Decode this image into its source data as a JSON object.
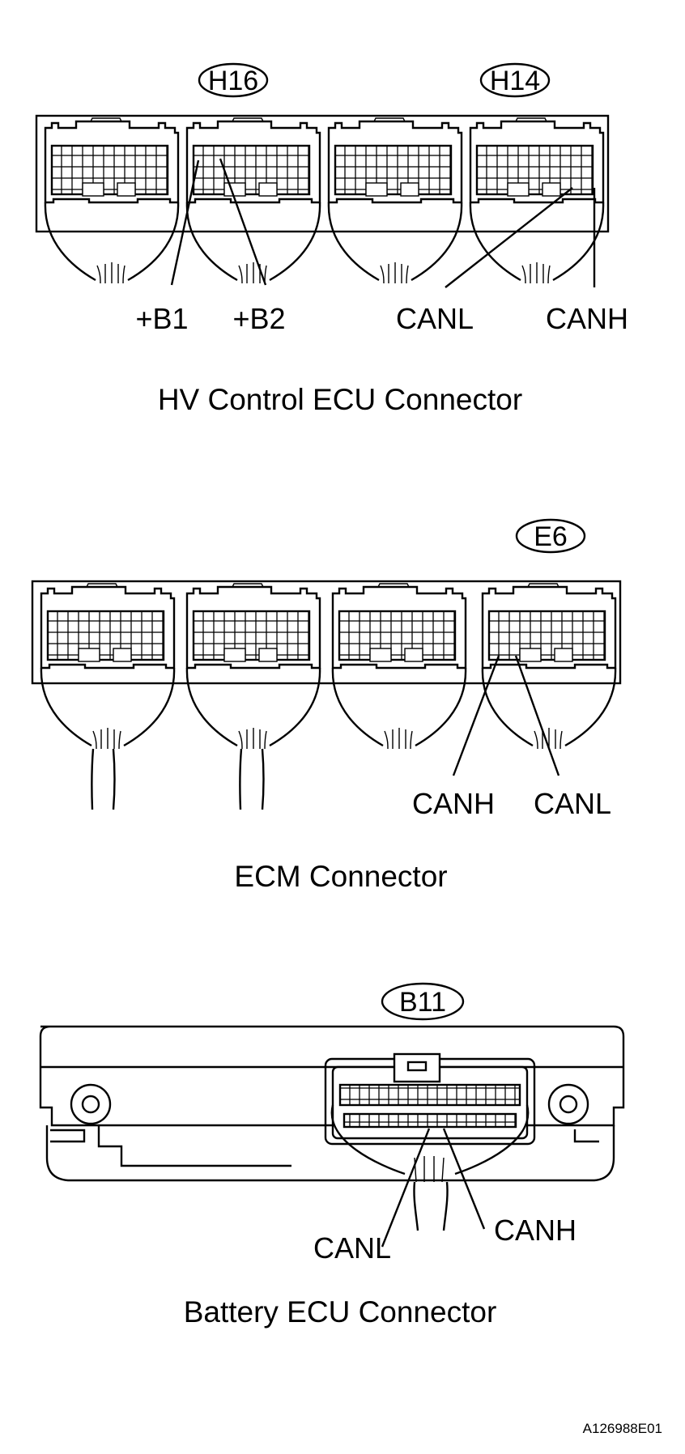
{
  "hv": {
    "callouts": [
      "H16",
      "H14"
    ],
    "pins": {
      "b1": "+B1",
      "b2": "+B2",
      "canl": "CANL",
      "canh": "CANH"
    },
    "caption": "HV Control ECU Connector"
  },
  "ecm": {
    "callouts": [
      "E6"
    ],
    "pins": {
      "canh": "CANH",
      "canl": "CANL"
    },
    "caption": "ECM Connector"
  },
  "battery": {
    "callouts": [
      "B11"
    ],
    "pins": {
      "canl": "CANL",
      "canh": "CANH"
    },
    "caption": "Battery ECU Connector"
  },
  "doc_id": "A126988E01"
}
